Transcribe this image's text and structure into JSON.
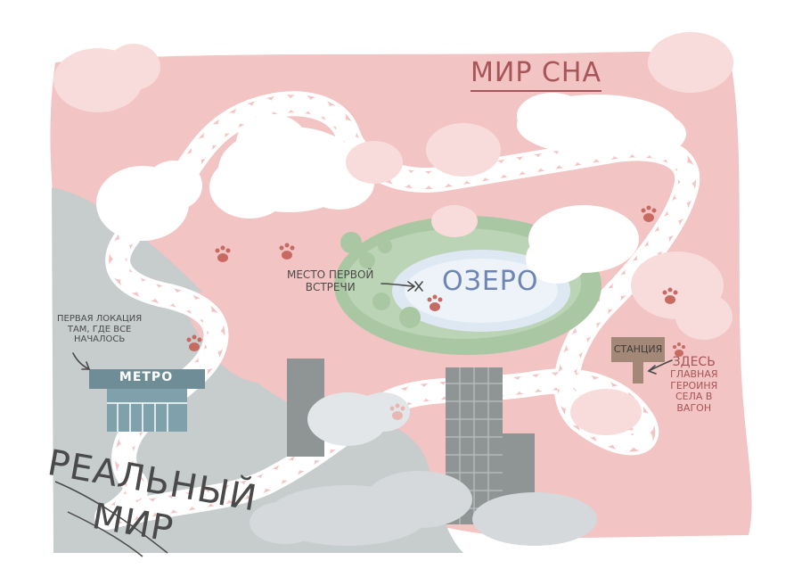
{
  "map": {
    "dream_world_title": "МИР СНА",
    "lake_label": "ОЗЕРО",
    "first_meeting_label": [
      "МЕСТО ПЕРВОЙ",
      "ВСТРЕЧИ"
    ],
    "metro_sign": "МЕТРО",
    "first_location_note": [
      "ПЕРВАЯ ЛОКАЦИЯ",
      "ТАМ, ГДЕ ВСЕ",
      "НАЧАЛОСЬ"
    ],
    "station_sign": "СТАНЦИЯ",
    "station_note": [
      "ЗДЕСЬ",
      "ГЛАВНАЯ",
      "ГЕРОИНЯ",
      "СЕЛА В",
      "ВАГОН"
    ],
    "real_world_title": [
      "РЕАЛЬНЫЙ",
      "МИР"
    ]
  },
  "colors": {
    "dream_pink": "#f2c4c3",
    "real_grey": "#c7cccd",
    "cloud_white": "#ffffff",
    "lake_blue": "#6d86b3",
    "bush_green": "#a9c7a2",
    "building_grey": "#8e9594",
    "metro_teal": "#6e8d97",
    "paw_red": "#c66a62",
    "sign_brown": "#a38878"
  },
  "icons": [
    "paw-icon",
    "cloud-icon",
    "x-mark-icon",
    "arrow-icon"
  ]
}
